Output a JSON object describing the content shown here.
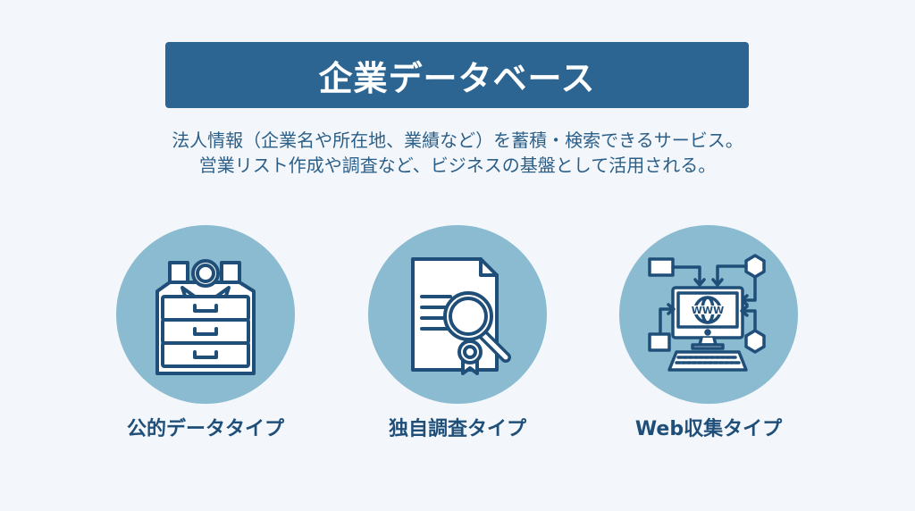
{
  "header": {
    "title": "企業データベース"
  },
  "description": {
    "line1": "法人情報（企業名や所在地、業績など）を蓄積・検索できるサービス。",
    "line2": "営業リスト作成や調査など、ビジネスの基盤として活用される。"
  },
  "colors": {
    "banner": "#2c6592",
    "circle": "#8bbbd0",
    "icon_stroke": "#1f4f79",
    "label_text": "#1f4f79",
    "background": "#f3f7fb"
  },
  "cards": [
    {
      "label": "公的データタイプ",
      "icon": "file-cabinet-certificate-icon"
    },
    {
      "label": "独自調査タイプ",
      "icon": "document-magnifier-icon"
    },
    {
      "label": "Web収集タイプ",
      "icon": "computer-www-network-icon"
    }
  ]
}
